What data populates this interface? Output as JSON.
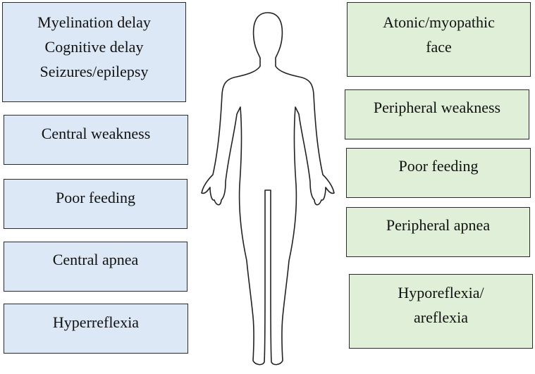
{
  "left_boxes": [
    {
      "lines": [
        "Myelination delay",
        "Cognitive delay",
        "Seizures/epilepsy"
      ]
    },
    {
      "lines": [
        "Central weakness"
      ]
    },
    {
      "lines": [
        "Poor feeding"
      ]
    },
    {
      "lines": [
        "Central apnea"
      ]
    },
    {
      "lines": [
        "Hyperreflexia"
      ]
    }
  ],
  "right_boxes": [
    {
      "lines": [
        "Atonic/myopathic",
        "face"
      ]
    },
    {
      "lines": [
        "Peripheral weakness"
      ]
    },
    {
      "lines": [
        "Poor feeding"
      ]
    },
    {
      "lines": [
        "Peripheral apnea"
      ]
    },
    {
      "lines": [
        "Hyporeflexia/",
        "areflexia"
      ]
    }
  ],
  "colors": {
    "left_fill": "#dce8f5",
    "right_fill": "#e0f0d8",
    "border": "#2b2b2b",
    "figure_stroke": "#222222"
  },
  "figure_icon": "human-body-outline-icon"
}
